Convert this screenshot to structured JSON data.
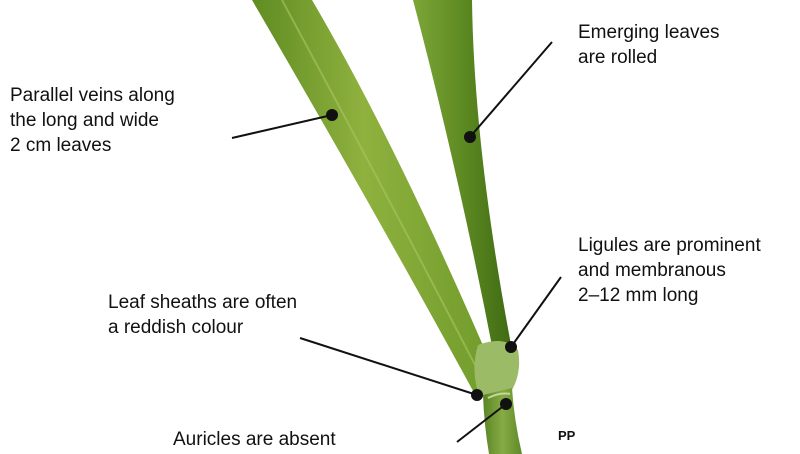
{
  "annotations": {
    "emerging": [
      "Emerging leaves",
      "are rolled"
    ],
    "veins": [
      "Parallel veins along",
      "the long and wide",
      "2 cm leaves"
    ],
    "ligules": [
      "Ligules are prominent",
      "and membranous",
      "2–12 mm long"
    ],
    "sheaths": [
      "Leaf sheaths are often",
      "a reddish colour"
    ],
    "auricles": [
      "Auricles are absent"
    ]
  },
  "credit": "PP",
  "colors": {
    "leaf_light": "#8fb13e",
    "leaf_mid": "#6e9a2a",
    "leaf_dark": "#4f7a1c",
    "stem": "#6f9a34",
    "node": "#9bbb64",
    "pointer": "#111111"
  }
}
